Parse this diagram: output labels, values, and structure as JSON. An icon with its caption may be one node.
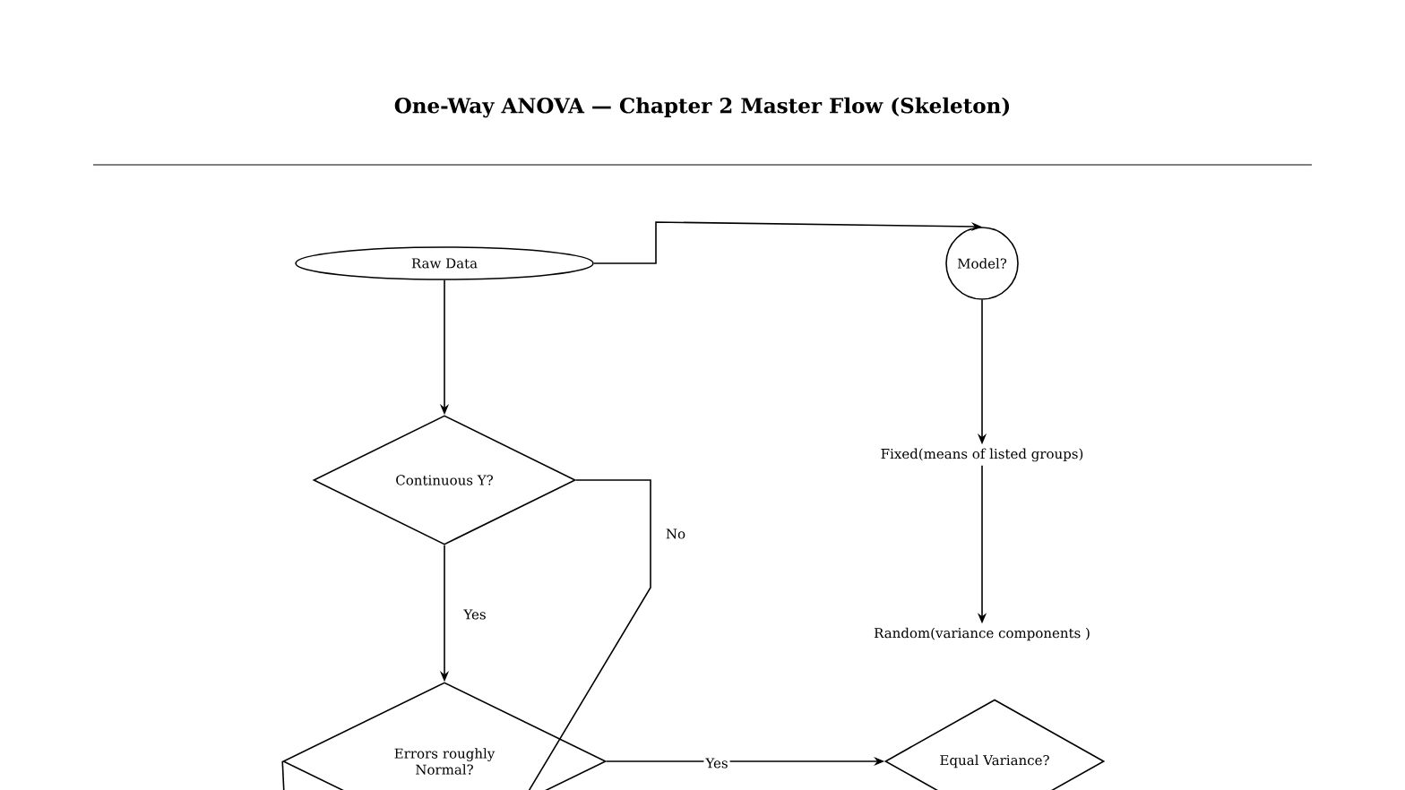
{
  "diagram": {
    "title": "One-Way ANOVA — Chapter 2 Master Flow (Skeleton)",
    "nodes": [
      {
        "text": [
          "Raw Data"
        ]
      },
      {
        "text": [
          "Model?"
        ]
      },
      {
        "text": [
          "Continuous Y?"
        ]
      },
      {
        "text": [
          "Fixed(means of listed groups)"
        ]
      },
      {
        "text": [
          "Random(variance components )"
        ]
      },
      {
        "text": [
          "Errors roughly Normal?"
        ]
      },
      {
        "text": [
          "Equal Variance?"
        ]
      }
    ],
    "edges": [
      {
        "from": 0,
        "to": 1,
        "arrow": "to"
      },
      {
        "from": 0,
        "to": 2,
        "arrow": "to"
      },
      {
        "from": 1,
        "to": 3,
        "arrow": "to"
      },
      {
        "from": 3,
        "to": 4,
        "arrow": "to"
      },
      {
        "from": 2,
        "to": 5,
        "label": "Yes",
        "arrow": "to"
      },
      {
        "from": 2,
        "to": null,
        "label": "No",
        "arrow": "none"
      },
      {
        "from": 5,
        "to": 6,
        "label": "Yes",
        "arrow": "to"
      },
      {
        "from": 5,
        "to": null,
        "arrow": "none"
      }
    ]
  }
}
